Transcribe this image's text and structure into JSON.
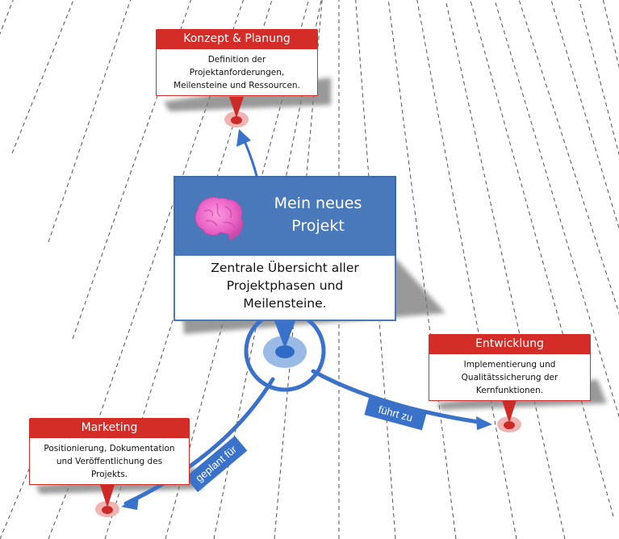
{
  "center": {
    "title_line1": "Mein neues",
    "title_line2": "Projekt",
    "desc_line1": "Zentrale Übersicht aller",
    "desc_line2": "Projektphasen und",
    "desc_line3": "Meilensteine.",
    "icon": "brain-icon"
  },
  "nodes": {
    "konzept": {
      "title": "Konzept & Planung",
      "line1": "Definition der",
      "line2": "Projektanforderungen,",
      "line3": "Meilensteine und Ressourcen."
    },
    "entwicklung": {
      "title": "Entwicklung",
      "line1": "Implementierung und",
      "line2": "Qualitätssicherung der",
      "line3": "Kernfunktionen."
    },
    "marketing": {
      "title": "Marketing",
      "line1": "Positionierung, Dokumentation",
      "line2": "und Veröffentlichung des",
      "line3": "Projekts."
    }
  },
  "edges": {
    "to_entwicklung": "führt zu",
    "to_marketing": "geplant für"
  },
  "colors": {
    "central": "#4a79bb",
    "node_header": "#d42c27",
    "edge": "#3b72c9",
    "pin": "#cc2a27"
  }
}
